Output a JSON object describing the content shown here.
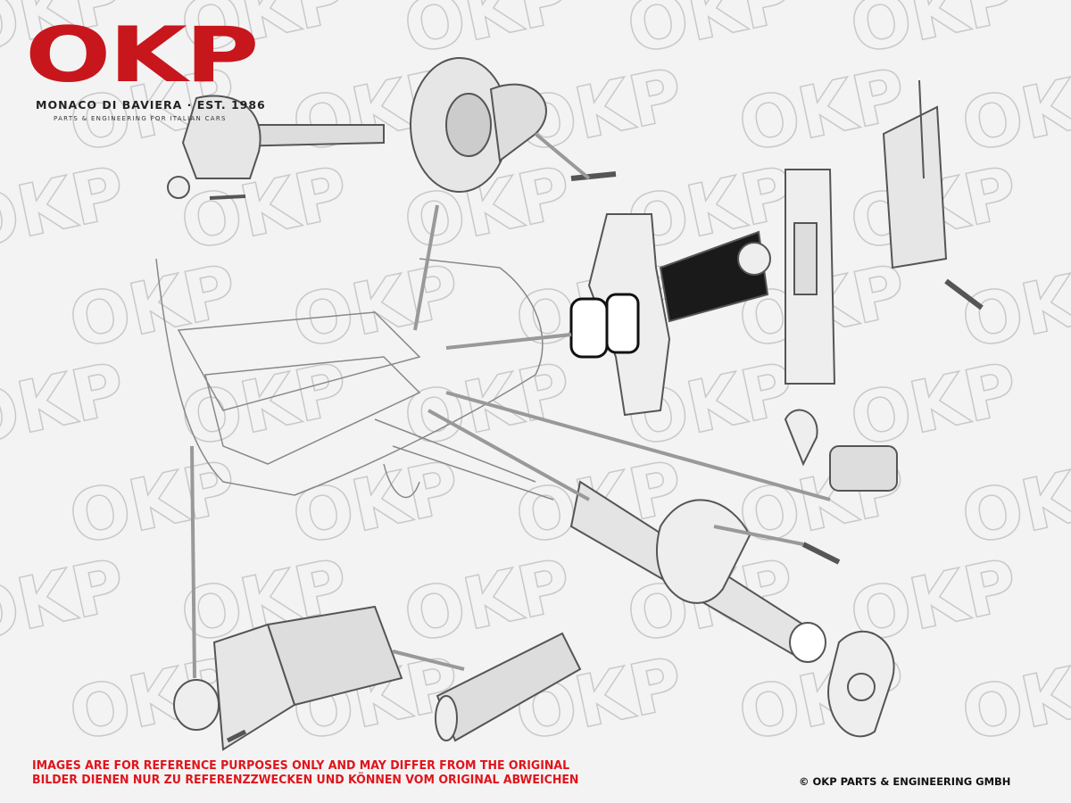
{
  "brand": {
    "logo_text": "OKP",
    "tagline": "MONACO DI BAVIERA · EST. 1986",
    "subtagline": "PARTS & ENGINEERING FOR ITALIAN CARS",
    "color": "#c8161d"
  },
  "watermark_text": "OKP",
  "disclaimer": {
    "line_en": "IMAGES ARE FOR REFERENCE PURPOSES ONLY AND MAY DIFFER FROM THE ORIGINAL",
    "line_de": "BILDER DIENEN NUR ZU REFERENZZWECKEN UND KÖNNEN VOM ORIGINAL ABWEICHEN",
    "color": "#e0141c"
  },
  "copyright": "© OKP PARTS & ENGINEERING GMBH"
}
